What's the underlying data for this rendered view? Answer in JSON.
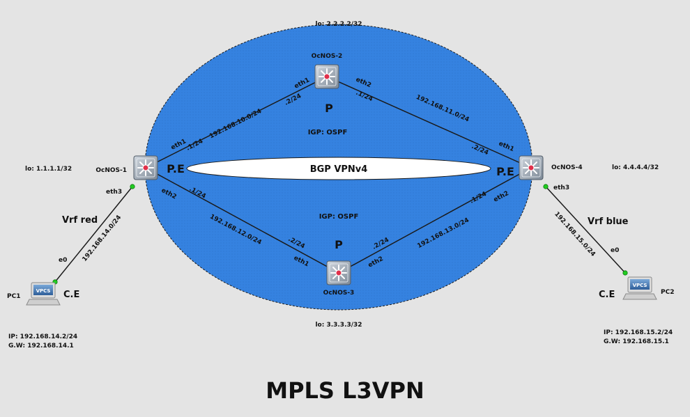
{
  "title": "MPLS L3VPN",
  "colors": {
    "core": "#3582e0",
    "background": "#e4e4e4",
    "link": "#1a1a1a",
    "port": "#22cc22"
  },
  "routers": {
    "r1": {
      "name": "OcNOS-1",
      "lo": "lo: 1.1.1.1/32",
      "role": "P.E"
    },
    "r2": {
      "name": "OcNOS-2",
      "lo": "lo: 2.2.2.2/32",
      "role": "P"
    },
    "r3": {
      "name": "OcNOS-3",
      "lo": "lo: 3.3.3.3/32",
      "role": "P"
    },
    "r4": {
      "name": "OcNOS-4",
      "lo": "lo: 4.4.4.4/32",
      "role": "P.E"
    }
  },
  "pcs": {
    "pc1": {
      "name": "PC1",
      "icon_label": "VPCS",
      "role": "C.E",
      "vrf": "Vrf red",
      "ip": "IP: 192.168.14.2/24",
      "gw": "G.W: 192.168.14.1"
    },
    "pc2": {
      "name": "PC2",
      "icon_label": "VPCS",
      "role": "C.E",
      "vrf": "Vrf blue",
      "ip": "IP: 192.168.15.2/24",
      "gw": "G.W: 192.168.15.1"
    }
  },
  "core": {
    "igp_top": "IGP: OSPF",
    "igp_bottom": "IGP: OSPF",
    "bgp": "BGP VPNv4"
  },
  "links": {
    "r1_r2": {
      "subnet": "192.168.10.0/24",
      "a_if": "eth1",
      "a_ip": ".1/24",
      "b_if": "eth1",
      "b_ip": ".2/24"
    },
    "r2_r4": {
      "subnet": "192.168.11.0/24",
      "a_if": "eth2",
      "a_ip": ".1/24",
      "b_if": "eth1",
      "b_ip": ".2/24"
    },
    "r1_r3": {
      "subnet": "192.168.12.0/24",
      "a_if": "eth2",
      "a_ip": ".1/24",
      "b_if": "eth1",
      "b_ip": ".2/24"
    },
    "r3_r4": {
      "subnet": "192.168.13.0/24",
      "a_if": "eth2",
      "a_ip": ".2/24",
      "b_if": "eth2",
      "b_ip": ".1/24"
    },
    "r1_pc1": {
      "subnet": "192.168.14.0/24",
      "a_if": "eth3",
      "b_if": "e0"
    },
    "r4_pc2": {
      "subnet": "192.168.15.0/24",
      "a_if": "eth3",
      "b_if": "e0"
    }
  }
}
